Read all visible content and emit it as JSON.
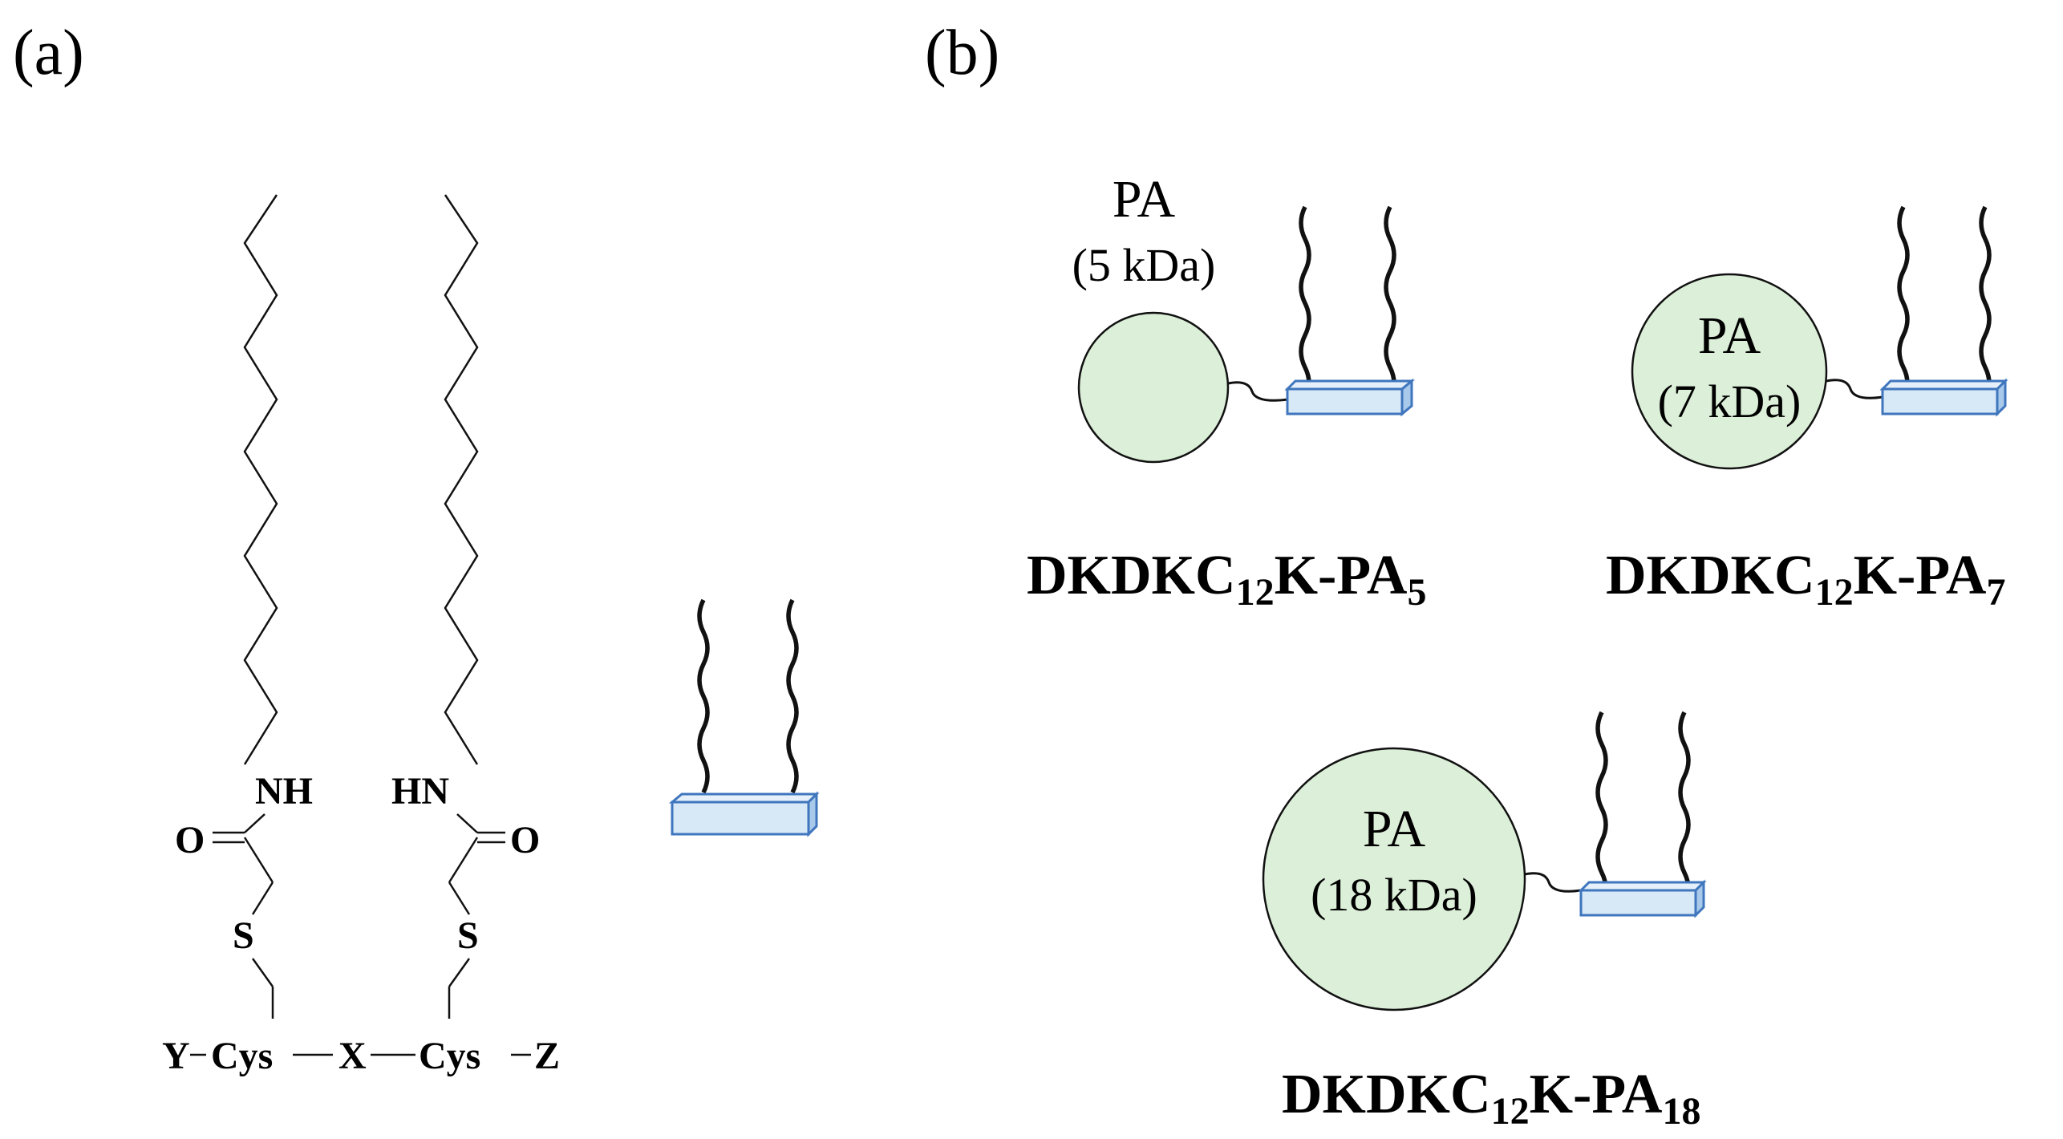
{
  "panel_a": {
    "label": "(a)",
    "atoms": {
      "nh_left": "NH",
      "hn_right": "HN",
      "o_left": "O",
      "o_right": "O",
      "s_left": "S",
      "s_right": "S",
      "y": "Y",
      "cys_left": "Cys",
      "x": "X",
      "cys_right": "Cys",
      "z": "Z"
    }
  },
  "panel_b": {
    "label": "(b)",
    "constructs": [
      {
        "pa_label": "PA",
        "mass_label": "(5 kDa)",
        "name_main": "DKDKC",
        "name_sub1": "12",
        "name_mid": "K-PA",
        "name_sub2": "5"
      },
      {
        "pa_label": "PA",
        "mass_label": "(7 kDa)",
        "name_main": "DKDKC",
        "name_sub1": "12",
        "name_mid": "K-PA",
        "name_sub2": "7"
      },
      {
        "pa_label": "PA",
        "mass_label": "(18 kDa)",
        "name_main": "DKDKC",
        "name_sub1": "12",
        "name_mid": "K-PA",
        "name_sub2": "18"
      }
    ]
  },
  "colors": {
    "circle_fill": "#dcefd8",
    "bar_fill": "#d7e8f7",
    "bar_side": "#a9c9ea",
    "bar_stroke": "#3f76bd",
    "ink": "#111111"
  }
}
